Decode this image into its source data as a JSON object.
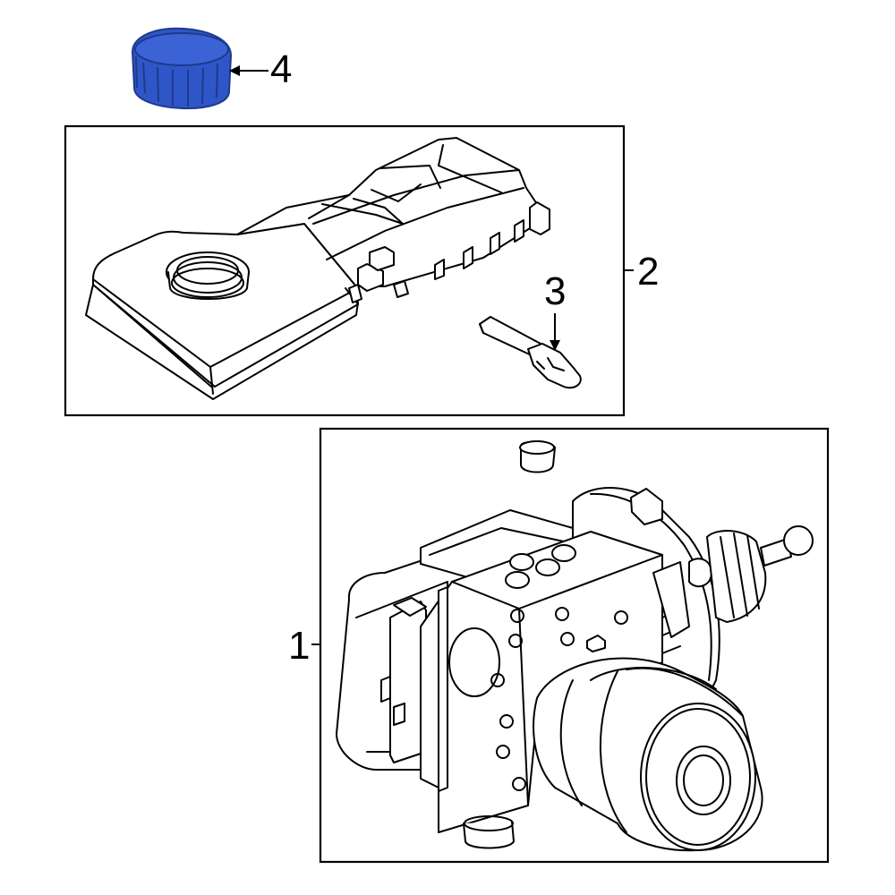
{
  "callouts": {
    "part1": "1",
    "part2": "2",
    "part3": "3",
    "part4": "4"
  },
  "colors": {
    "highlight": "#2f56c8",
    "highlight_dark": "#1e3a8a",
    "line": "#000000",
    "background": "#ffffff"
  }
}
